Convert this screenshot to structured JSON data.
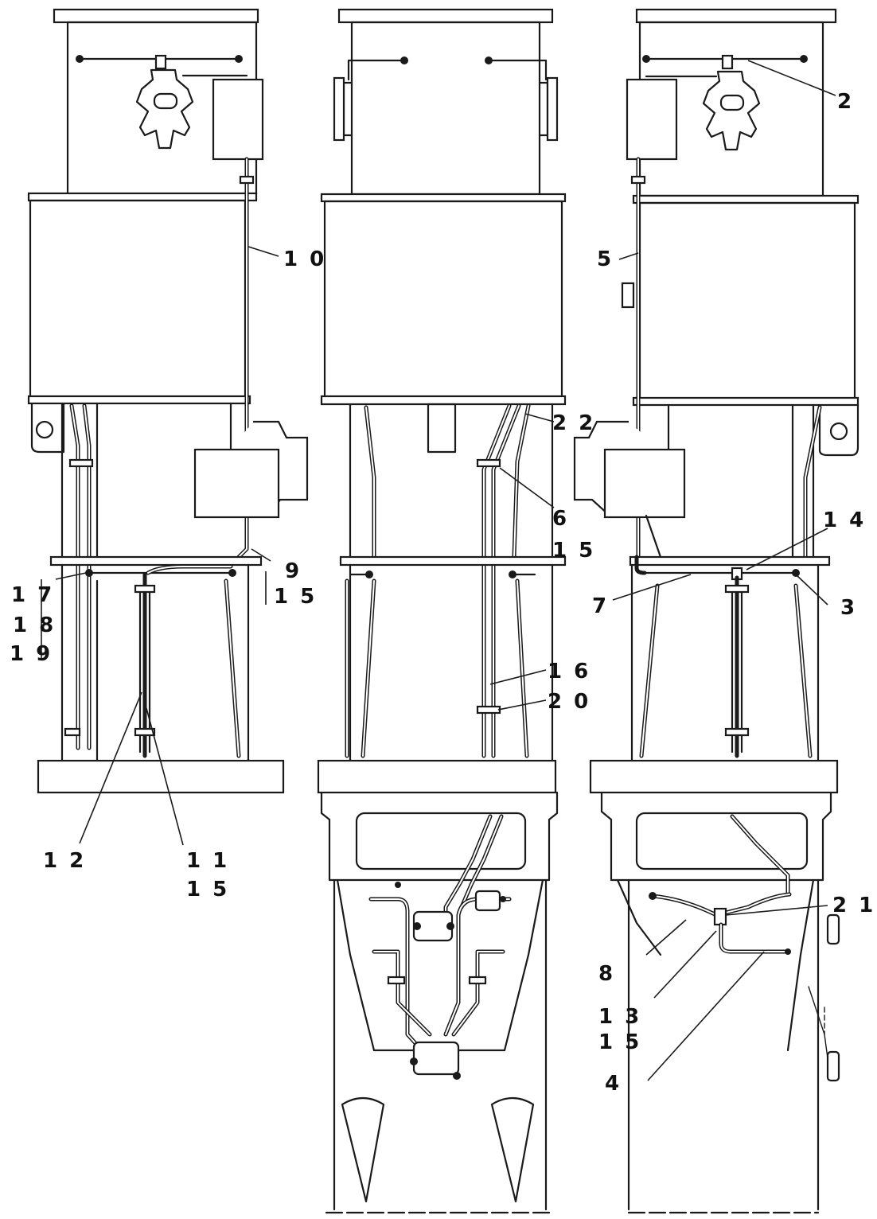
{
  "figure": {
    "views": [
      "left-view",
      "front-view",
      "right-view"
    ]
  },
  "labels": {
    "l1": "1 0",
    "l2": "9",
    "l3": "1 5",
    "l4": "1 7",
    "l5": "1 8",
    "l6": "1 9",
    "l7": "1 2",
    "l8": "1 1",
    "l9": "1 5",
    "c1": "2 2",
    "c2": "6",
    "c3": "1 5",
    "c4": "1 6",
    "c5": "2 0",
    "r1": "2",
    "r2": "5",
    "r3": "1 4",
    "r4": "7",
    "r5": "3",
    "r6": "2 1",
    "r7": "8",
    "r8": "1 3",
    "r9": "1 5",
    "r10": "4"
  }
}
